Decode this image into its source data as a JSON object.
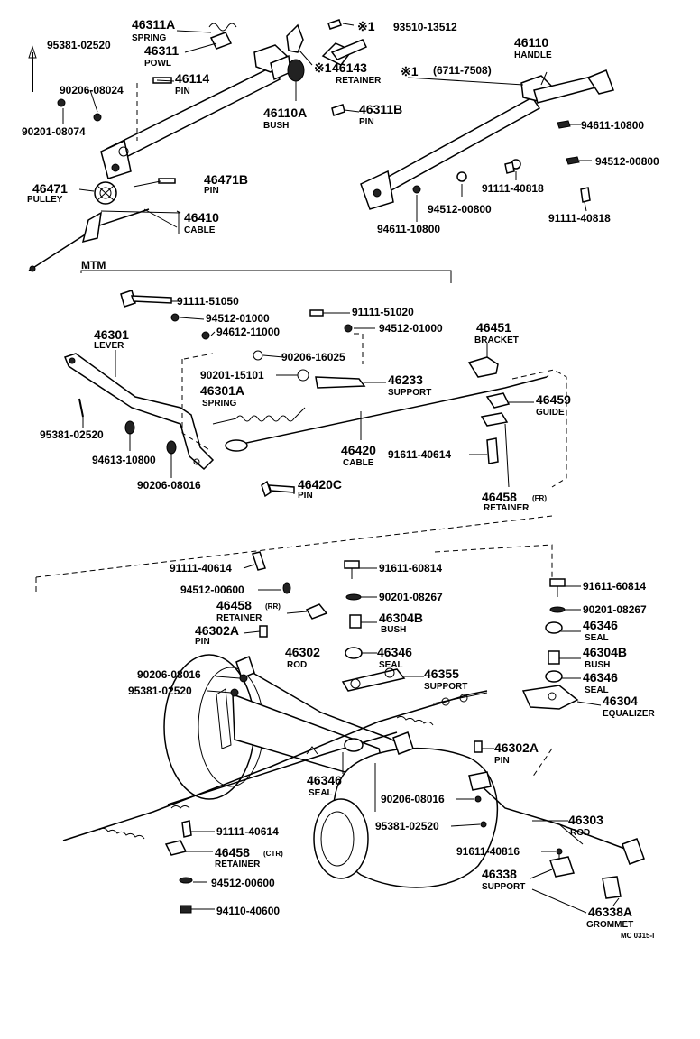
{
  "diagram": {
    "top": {
      "spring_no": "46311A",
      "spring_name": "SPRING",
      "powl_no": "46311",
      "powl_name": "POWL",
      "pin_46114_no": "46114",
      "pin_46114_name": "PIN",
      "bush_no": "46110A",
      "bush_name": "BUSH",
      "pin_46311b_no": "46311B",
      "pin_46311b_name": "PIN",
      "retainer_mark": "※1",
      "retainer_no": "46143",
      "retainer_name": "RETAINER",
      "screw_mark": "※1",
      "screw_no": "93510-13512",
      "handle_no": "46110",
      "handle_name": "HANDLE",
      "note_mark": "※1",
      "note_range": "(6711-7508)",
      "arrow_part": "95381-02520",
      "washer_a": "90206-08024",
      "washer_b": "90201-08074",
      "pulley_no": "46471",
      "pulley_name": "PULLEY",
      "pin_46471b_no": "46471B",
      "pin_46471b_name": "PIN",
      "cable_no": "46410",
      "cable_name": "CABLE",
      "r_94611_a": "94611-10800",
      "r_94512_a": "94512-00800",
      "r_91111_a": "91111-40818",
      "r_94512_b": "94512-00800",
      "r_91111_b": "91111-40818",
      "r_94611_b": "94611-10800"
    },
    "mtm": {
      "title": "MTM",
      "bolt_51050": "91111-51050",
      "w_94512_01000_a": "94512-01000",
      "w_94612_11000": "94612-11000",
      "bolt_51020": "91111-51020",
      "w_94512_01000_b": "94512-01000",
      "lever_no": "46301",
      "lever_name": "LEVER",
      "w_90206_16025": "90206-16025",
      "w_90201_15101": "90201-15101",
      "spring_no": "46301A",
      "spring_name": "SPRING",
      "support_no": "46233",
      "support_name": "SUPPORT",
      "bracket_no": "46451",
      "bracket_name": "BRACKET",
      "guide_no": "46459",
      "guide_name": "GUIDE",
      "pin_95381": "95381-02520",
      "w_94613_10800": "94613-10800",
      "w_90206_08016": "90206-08016",
      "cable_no": "46420",
      "cable_name": "CABLE",
      "bolt_91611_40614": "91611-40614",
      "pin_no": "46420C",
      "pin_name": "PIN",
      "retainer_no": "46458",
      "retainer_tag": "(FR)",
      "retainer_name": "RETAINER"
    },
    "bottom": {
      "bolt_91111_40614_a": "91111-40614",
      "bolt_91611_60814_a": "91611-60814",
      "bolt_91611_60814_b": "91611-60814",
      "w_94512_00600": "94512-00600",
      "w_90201_08267_a": "90201-08267",
      "w_90201_08267_b": "90201-08267",
      "retainer_rr_no": "46458",
      "retainer_rr_tag": "(RR)",
      "retainer_rr_name": "RETAINER",
      "bush_a_no": "46304B",
      "bush_a_name": "BUSH",
      "seal_a_no": "46346",
      "seal_a_name": "SEAL",
      "pin_a_no": "46302A",
      "pin_a_name": "PIN",
      "rod_no": "46302",
      "rod_name": "ROD",
      "seal_b_no": "46346",
      "seal_b_name": "SEAL",
      "bush_b_no": "46304B",
      "bush_b_name": "BUSH",
      "w_90206_08016_a": "90206-08016",
      "support_no": "46355",
      "support_name": "SUPPORT",
      "seal_c_no": "46346",
      "seal_c_name": "SEAL",
      "p_95381_02520_a": "95381-02520",
      "equalizer_no": "46304",
      "equalizer_name": "EQUALIZER",
      "pin_b_no": "46302A",
      "pin_b_name": "PIN",
      "seal_d_no": "46346",
      "seal_d_name": "SEAL",
      "w_90206_08016_b": "90206-08016",
      "p_95381_02520_b": "95381-02520",
      "rod_b_no": "46303",
      "rod_b_name": "ROD",
      "bolt_91111_40614_b": "91111-40614",
      "bolt_91611_40816": "91611-40816",
      "retainer_ctr_no": "46458",
      "retainer_ctr_tag": "(CTR)",
      "retainer_ctr_name": "RETAINER",
      "support_b_no": "46338",
      "support_b_name": "SUPPORT",
      "nut_94110_40600": "94110-40600",
      "grommet_no": "46338A",
      "grommet_name": "GROMMET",
      "code": "MC 0315-I"
    }
  }
}
